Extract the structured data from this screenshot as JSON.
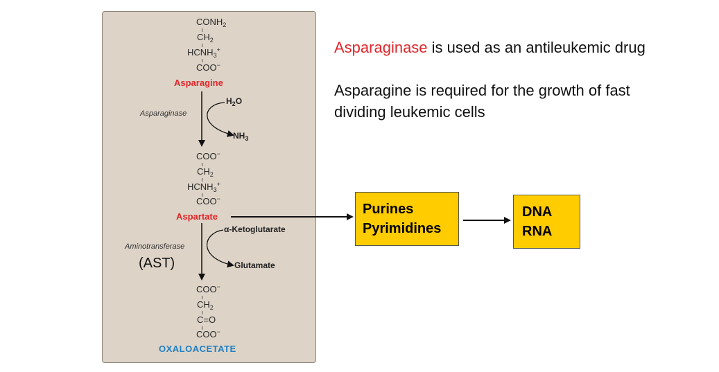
{
  "pathway": {
    "asparagine_struct": [
      "CONH",
      "CH",
      "HCNH",
      "COO"
    ],
    "asparagine_label": "Asparagine",
    "enzyme1": "Asparaginase",
    "h2o": "H",
    "nh3": "NH",
    "aspartate_struct": [
      "COO",
      "CH",
      "HCNH",
      "COO"
    ],
    "aspartate_label": "Aspartate",
    "ketoglutarate": "α-Ketoglutarate",
    "enzyme2": "Aminotransferase",
    "ast": "(AST)",
    "glutamate": "Glutamate",
    "oxaloacetate_struct": [
      "COO",
      "CH",
      "C=O",
      "COO"
    ],
    "oxaloacetate_label": "OXALOACETATE"
  },
  "notes": {
    "line1_drug": "Asparaginase",
    "line1_rest": " is used as an antileukemic drug",
    "line2a": "Asparagine is required  for the growth of fast",
    "line2b": "dividing leukemic cells"
  },
  "boxes": {
    "purines": [
      "Purines",
      "Pyrimidines"
    ],
    "nucleic": [
      "DNA",
      "RNA"
    ]
  },
  "colors": {
    "accent_red": "#e0262a",
    "box_yellow": "#ffcc00",
    "panel_bg": "#ddd3c7",
    "oxalo_blue": "#1f7fc4"
  }
}
